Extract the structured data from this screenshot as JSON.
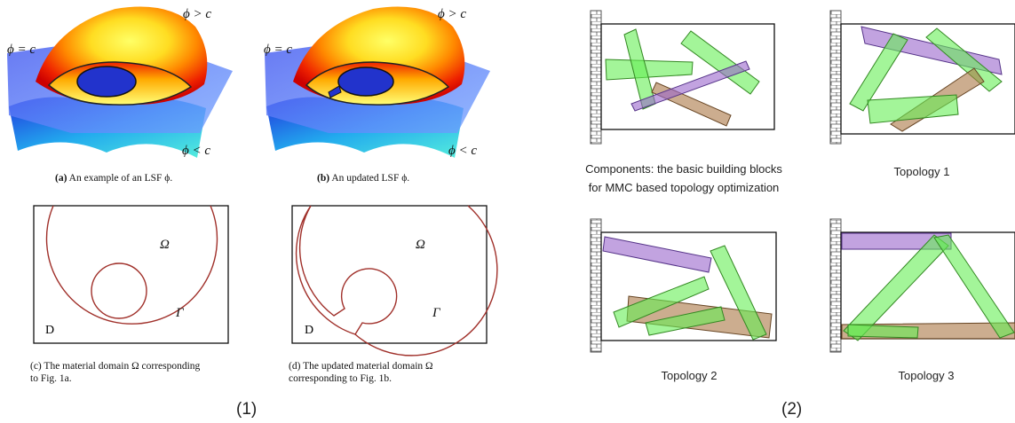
{
  "panel1": {
    "label": "(1)",
    "surface_labels": {
      "phi_eq_c": "ϕ = c",
      "phi_gt_c": "ϕ > c",
      "phi_lt_c": "ϕ < c"
    },
    "captions": {
      "a_tag": "(a)",
      "a_text": "An example of an LSF ϕ.",
      "b_tag": "(b)",
      "b_text": "An updated LSF ϕ.",
      "c_line1": "(c) The material domain Ω corresponding",
      "c_line2": "to Fig. 1a.",
      "d_line1": "(d) The updated material domain Ω",
      "d_line2": "corresponding to Fig. 1b."
    },
    "domain_labels": {
      "omega": "Ω",
      "gamma": "Γ",
      "d": "D"
    }
  },
  "panel2": {
    "label": "(2)",
    "captions": {
      "components_line1": "Components: the basic building blocks",
      "components_line2": "for MMC based topology optimization",
      "topology1": "Topology 1",
      "topology2": "Topology 2",
      "topology3": "Topology 3"
    },
    "colors": {
      "green": "#66ee55",
      "purple": "#9966cc",
      "brown": "#aa7744",
      "wall": "#666666"
    }
  }
}
